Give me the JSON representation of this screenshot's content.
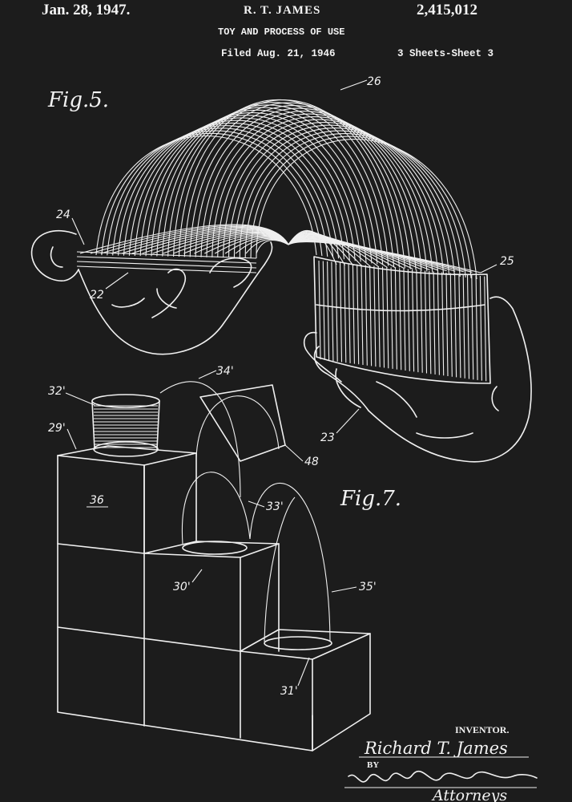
{
  "header": {
    "date": "Jan. 28, 1947.",
    "inventor_name": "R. T. JAMES",
    "patent_number": "2,415,012",
    "title": "TOY AND PROCESS OF USE",
    "filed": "Filed Aug. 21, 1946",
    "sheet": "3 Sheets-Sheet 3"
  },
  "figures": {
    "fig5": "Fig.5.",
    "fig7": "Fig.7."
  },
  "references": {
    "r26": "26",
    "r24": "24",
    "r22": "22",
    "r25": "25",
    "r23": "23",
    "r32": "32'",
    "r34": "34'",
    "r29": "29'",
    "r36": "36",
    "r48": "48",
    "r33": "33'",
    "r30": "30'",
    "r35": "35'",
    "r31": "31'"
  },
  "signature": {
    "inventor_label": "INVENTOR.",
    "inventor_signature": "Richard T. James",
    "by": "BY",
    "attorneys": "Attorneys"
  },
  "colors": {
    "background": "#1c1c1c",
    "ink": "#f0f0f0"
  }
}
